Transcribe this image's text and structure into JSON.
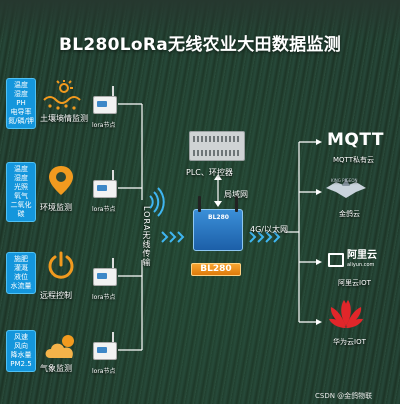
{
  "title": "BL280LoRa无线农业大田数据监测",
  "rows": [
    {
      "sensors": [
        "温度",
        "湿度",
        "PH",
        "电导率",
        "氮/磷/钾"
      ],
      "icon_name": "soil-sun-icon",
      "label": "土壤墒情监测",
      "node": "lora节点"
    },
    {
      "sensors": [
        "温度",
        "湿度",
        "光照",
        "氧气",
        "二氧化碳"
      ],
      "icon_name": "location-pin-icon",
      "label": "环境监测",
      "node": "lora节点"
    },
    {
      "sensors": [
        "施肥",
        "灌溉",
        "液位",
        "水流量"
      ],
      "icon_name": "power-icon",
      "label": "远程控制",
      "node": "lora节点"
    },
    {
      "sensors": [
        "风速",
        "风向",
        "降水量",
        "PM2.5"
      ],
      "icon_name": "weather-cloud-sun-icon",
      "label": "气象监测",
      "node": "lora节点"
    }
  ],
  "transmission_label": "LORA无线传输",
  "gateway": {
    "device_text": "BL280",
    "label": "BL280"
  },
  "plc": {
    "label": "PLC、环控器",
    "link_label": "局域网"
  },
  "network_label": "4G/以太网",
  "clouds": [
    {
      "logo_text": "MQTT",
      "label": "MQTT私有云"
    },
    {
      "logo_text": "KING PIGEON",
      "label": "金鸽云"
    },
    {
      "logo_text": "阿里云",
      "sub_text": "aliyun.com",
      "label": "阿里云IOT"
    },
    {
      "logo_text": "",
      "label": "华为云IOT"
    }
  ],
  "watermark": "CSDN @金鸽物联",
  "colors": {
    "sensor_box": "#1496dc",
    "icon_orange": "#f19a1f",
    "bl280": "#f7a531",
    "line": "#ffffff",
    "arrows": "#3fb6f1",
    "huawei_red": "#e1262a"
  }
}
